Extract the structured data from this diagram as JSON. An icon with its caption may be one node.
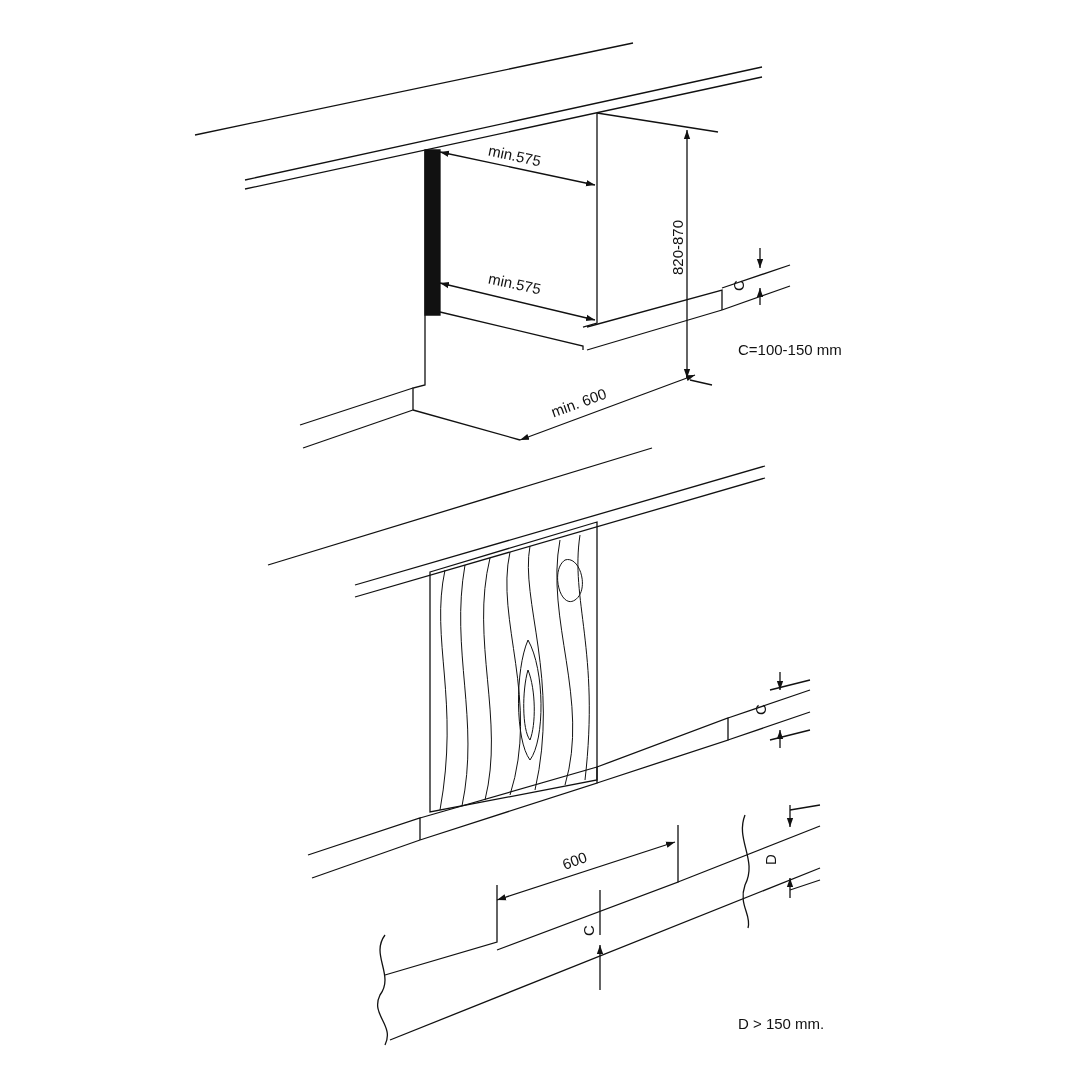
{
  "diagram": {
    "labels": [
      "min.575",
      "min.575",
      "820-870",
      "C",
      "C=100-150 mm",
      "min. 600",
      "C",
      "600",
      "D",
      "C",
      "D > 150 mm."
    ]
  }
}
